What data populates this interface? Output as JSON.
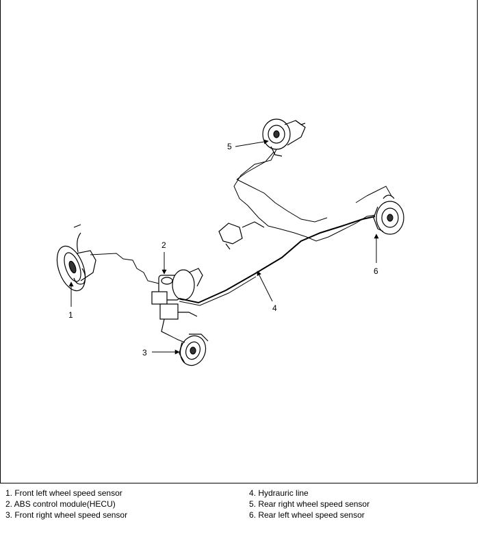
{
  "callouts": [
    {
      "num": "1"
    },
    {
      "num": "2"
    },
    {
      "num": "3"
    },
    {
      "num": "4"
    },
    {
      "num": "5"
    },
    {
      "num": "6"
    }
  ],
  "legend": [
    {
      "text": "1. Front left wheel speed sensor"
    },
    {
      "text": "2. ABS control module(HECU)"
    },
    {
      "text": "3. Front right wheel speed sensor"
    },
    {
      "text": "4. Hydrauric line"
    },
    {
      "text": "5. Rear right wheel speed sensor"
    },
    {
      "text": "6. Rear left wheel speed sensor"
    }
  ]
}
